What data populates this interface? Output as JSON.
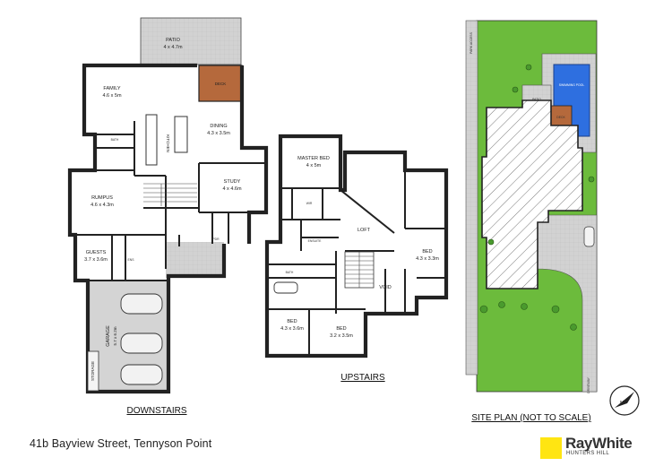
{
  "colors": {
    "deck": "#b5693c",
    "lawn": "#6cbb3c",
    "pool": "#2e6fe0",
    "paving": "#cfcfcf",
    "brand_yellow": "#ffe512"
  },
  "downstairs": {
    "heading": "DOWNSTAIRS",
    "rooms": {
      "patio": {
        "name": "PATIO",
        "size": "4 x 4.7m"
      },
      "deck": {
        "name": "DECK"
      },
      "family": {
        "name": "FAMILY",
        "size": "4.6 x 5m"
      },
      "dining": {
        "name": "DINING",
        "size": "4.3 x 3.5m"
      },
      "kitchen": {
        "name": "KITCHEN"
      },
      "bath": {
        "name": "BATH"
      },
      "study": {
        "name": "STUDY",
        "size": "4 x 4.6m"
      },
      "rumpus": {
        "name": "RUMPUS",
        "size": "4.6 x 4.3m"
      },
      "guests": {
        "name": "GUESTS",
        "size": "3.7 x 3.6m"
      },
      "ens": {
        "name": "ENS"
      },
      "pdr": {
        "name": "PDR"
      },
      "garage": {
        "name": "GARAGE",
        "size": "5.7 x 6.2m"
      },
      "storage": {
        "name": "STORAGE"
      }
    }
  },
  "upstairs": {
    "heading": "UPSTAIRS",
    "rooms": {
      "master_bed": {
        "name": "MASTER BED",
        "size": "4 x 5m"
      },
      "wir": {
        "name": "WIR"
      },
      "ensuite": {
        "name": "ENSUITE"
      },
      "loft": {
        "name": "LOFT"
      },
      "bed_right": {
        "name": "BED",
        "size": "4.3 x 3.3m"
      },
      "bath": {
        "name": "BATH"
      },
      "void": {
        "name": "VOID"
      },
      "bed_left": {
        "name": "BED",
        "size": "4.3 x 3.6m"
      },
      "bed_mid": {
        "name": "BED",
        "size": "3.2 x 3.5m"
      }
    }
  },
  "site_plan": {
    "heading": "SITE PLAN (NOT TO SCALE)",
    "park_access": "PARK ACCESS",
    "swimming_pool": "SWIMMING POOL",
    "patio": "PATIO",
    "deck": "DECK",
    "driveway": "DRIVEWAY",
    "north": "N"
  },
  "footer": {
    "address": "41b Bayview Street, Tennyson Point",
    "brand": "RayWhite",
    "office": "HUNTERS HILL"
  }
}
